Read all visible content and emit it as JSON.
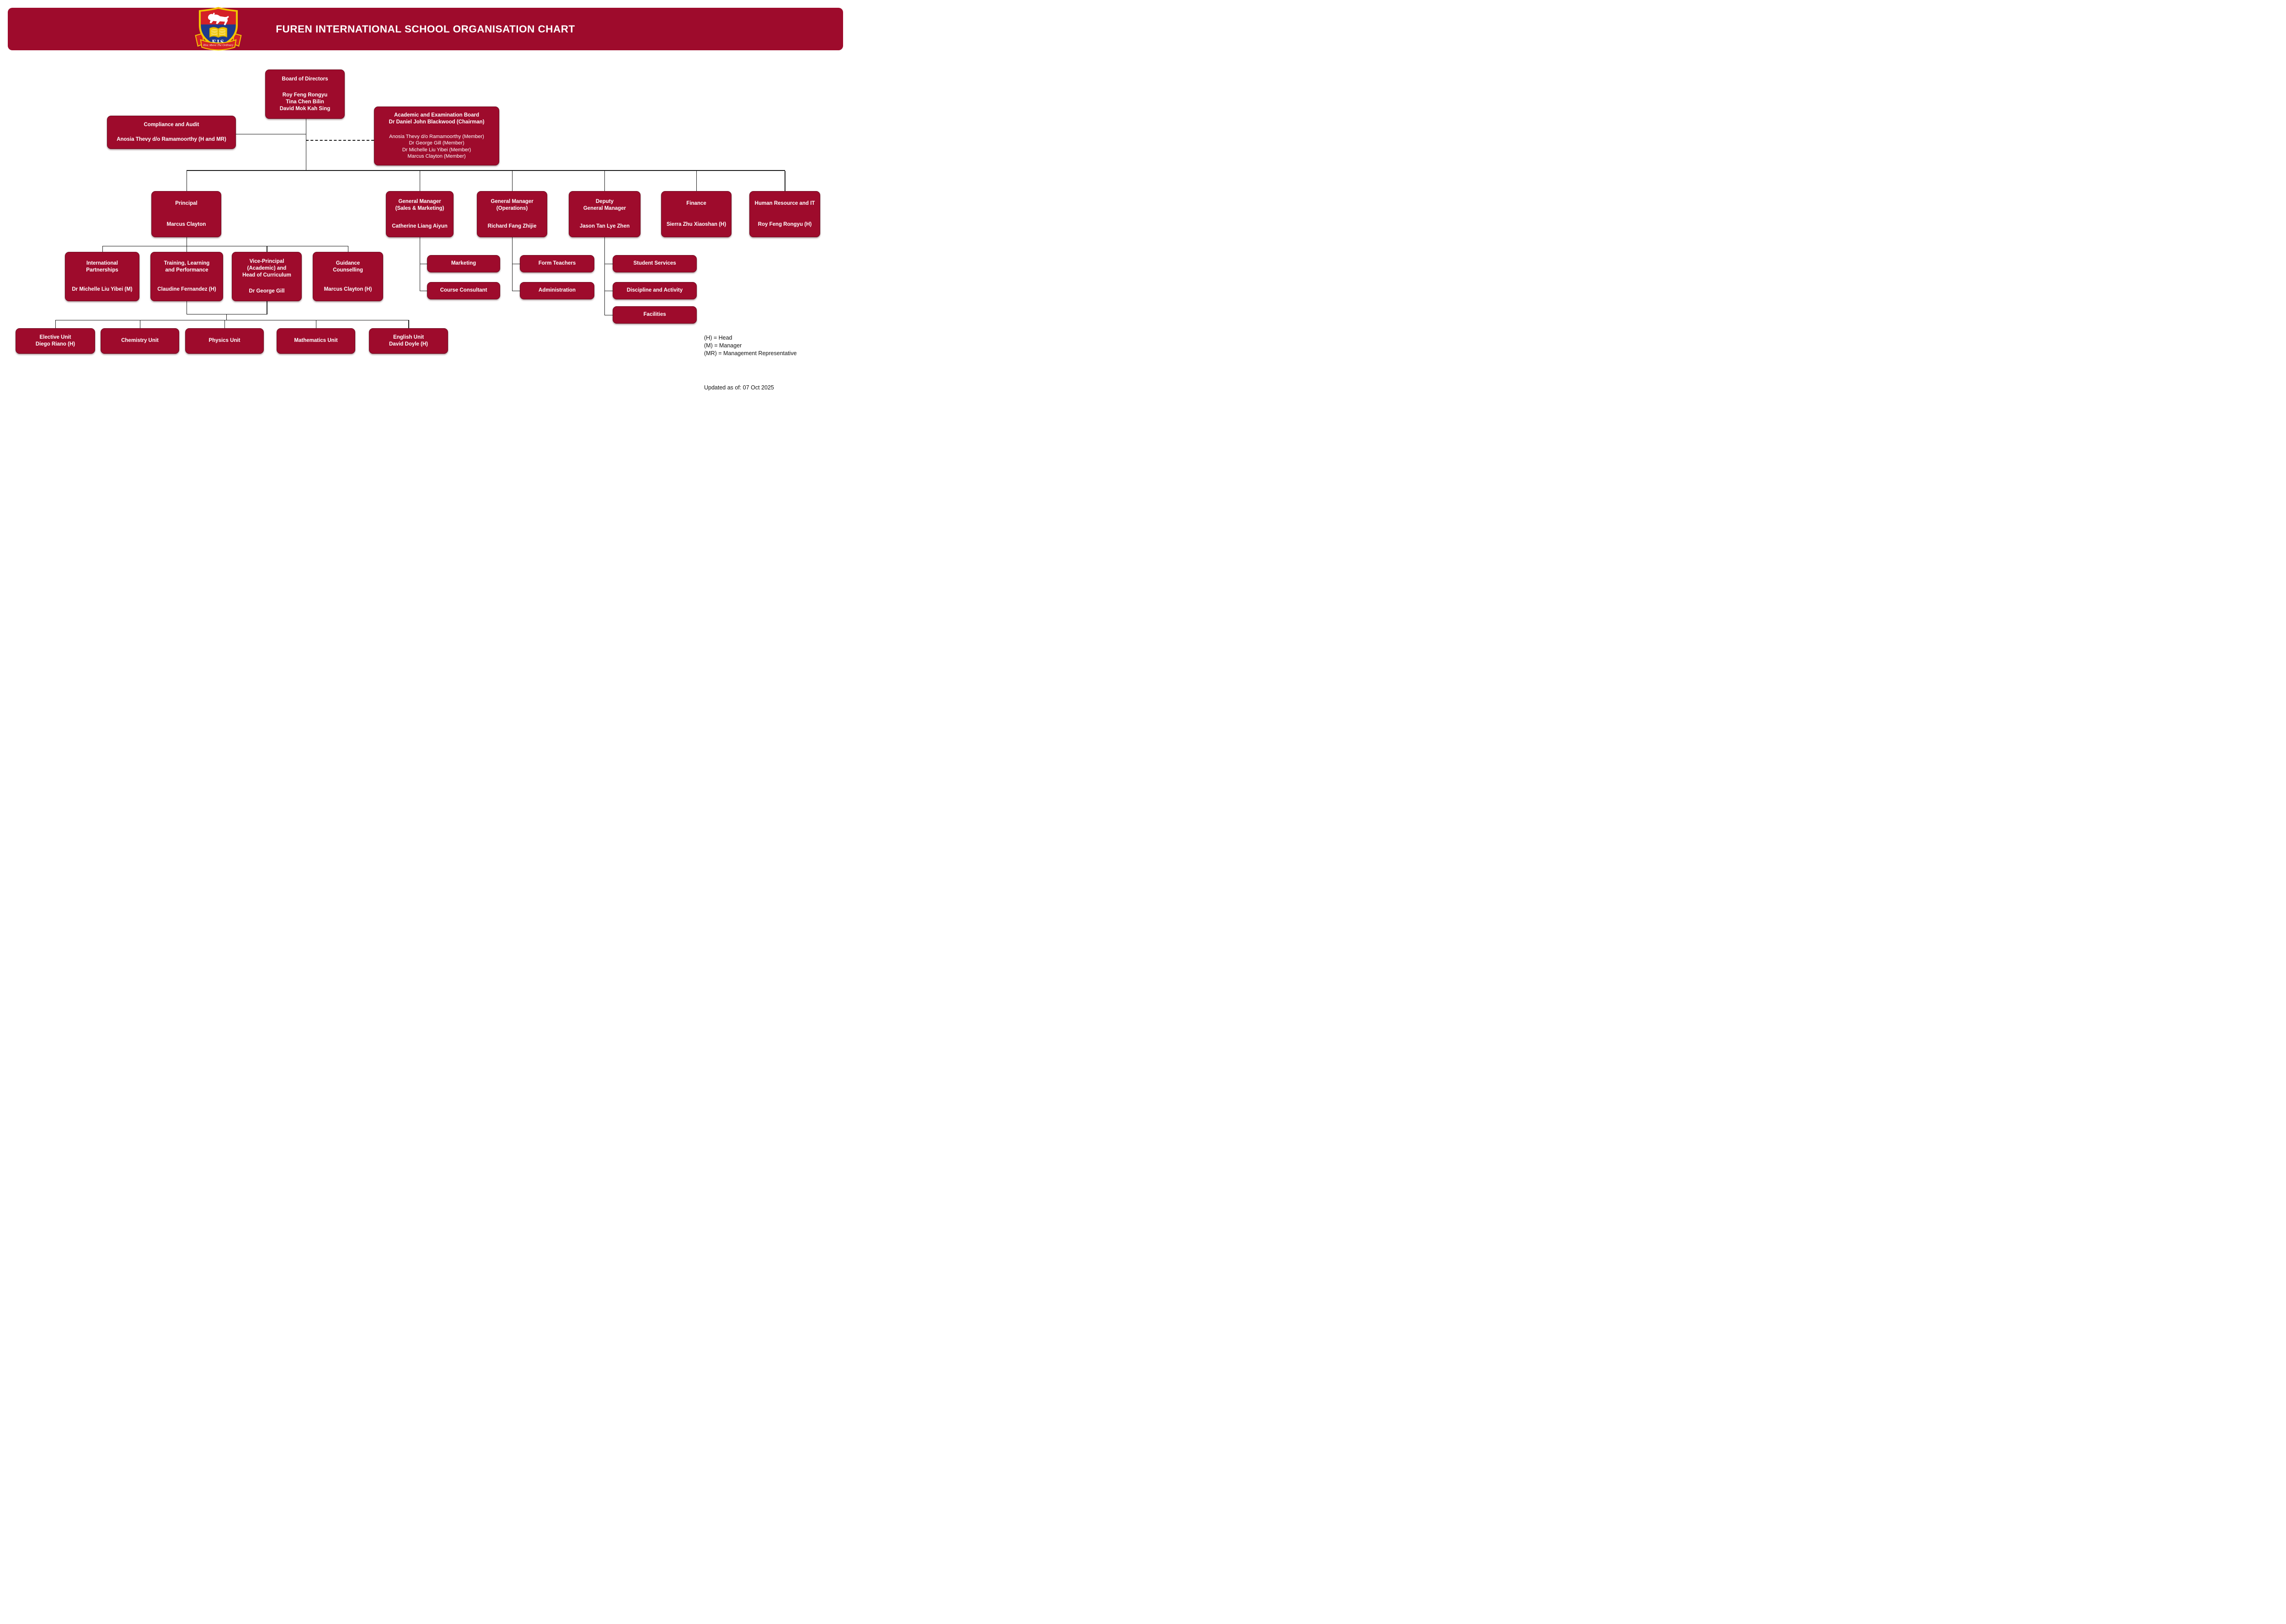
{
  "header": {
    "title": "FUREN INTERNATIONAL SCHOOL ORGANISATION CHART"
  },
  "logo": {
    "monogram": "FIS",
    "motto": "Rise Above The Ordinary"
  },
  "colors": {
    "brand": "#9E0B2C",
    "box": "#9E0B2C",
    "box_border": "#6B0A1E",
    "line": "#1a1a1a",
    "shield_red": "#D42127",
    "shield_blue": "#1E3A8C",
    "gold": "#F2C500",
    "text_dark": "#111111"
  },
  "nodes": [
    {
      "id": "board-of-directors",
      "lines1": [
        "Board of Directors"
      ],
      "lines2": [
        "Roy Feng Rongyu",
        "Tina Chen Bilin",
        "David Mok Kah Sing"
      ]
    },
    {
      "id": "compliance-and-audit",
      "lines1": [
        "Compliance and Audit"
      ],
      "lines2": [
        "Anosia Thevy d/o Ramamoorthy (H and MR)"
      ]
    },
    {
      "id": "academic-and-examination-board",
      "lines1": [
        "Academic and Examination Board",
        "Dr Daniel John Blackwood (Chairman)"
      ],
      "lines2": [
        "Anosia Thevy d/o Ramamoorthy (Member)",
        "Dr George Gill (Member)",
        "Dr Michelle Liu Yibei (Member)",
        "Marcus Clayton (Member)"
      ],
      "plain2": true
    },
    {
      "id": "principal",
      "lines1": [
        "Principal"
      ],
      "lines2": [
        "Marcus Clayton"
      ]
    },
    {
      "id": "gm-sales-marketing",
      "lines1": [
        "General Manager",
        "(Sales & Marketing)"
      ],
      "lines2": [
        "Catherine Liang Aiyun"
      ]
    },
    {
      "id": "gm-operations",
      "lines1": [
        "General Manager",
        "(Operations)"
      ],
      "lines2": [
        "Richard Fang Zhijie"
      ]
    },
    {
      "id": "deputy-general-manager",
      "lines1": [
        "Deputy",
        "General Manager"
      ],
      "lines2": [
        "Jason Tan Lye Zhen"
      ]
    },
    {
      "id": "finance",
      "lines1": [
        "Finance"
      ],
      "lines2": [
        "Sierra Zhu Xiaoshan (H)"
      ]
    },
    {
      "id": "human-resource-and-it",
      "lines1": [
        "Human Resource and IT"
      ],
      "lines2": [
        "Roy Feng Rongyu (H)"
      ]
    },
    {
      "id": "international-partnerships",
      "lines1": [
        "International",
        "Partnerships"
      ],
      "lines2": [
        "Dr Michelle Liu Yibei (M)"
      ]
    },
    {
      "id": "training-learning-performance",
      "lines1": [
        "Training, Learning",
        "and Performance"
      ],
      "lines2": [
        "Claudine Fernandez (H)"
      ]
    },
    {
      "id": "vice-principal",
      "lines1": [
        "Vice-Principal",
        "(Academic) and",
        "Head of Curriculum"
      ],
      "lines2": [
        "Dr George Gill"
      ]
    },
    {
      "id": "guidance-counselling",
      "lines1": [
        "Guidance",
        "Counselling"
      ],
      "lines2": [
        "Marcus Clayton (H)"
      ]
    },
    {
      "id": "marketing",
      "lines1": [
        "Marketing"
      ]
    },
    {
      "id": "course-consultant",
      "lines1": [
        "Course Consultant"
      ]
    },
    {
      "id": "form-teachers",
      "lines1": [
        "Form Teachers"
      ]
    },
    {
      "id": "administration",
      "lines1": [
        "Administration"
      ]
    },
    {
      "id": "student-services",
      "lines1": [
        "Student Services"
      ]
    },
    {
      "id": "discipline-and-activity",
      "lines1": [
        "Discipline and Activity"
      ]
    },
    {
      "id": "facilities",
      "lines1": [
        "Facilities"
      ]
    },
    {
      "id": "elective-unit",
      "lines1": [
        "Elective Unit",
        "Diego Riano (H)"
      ]
    },
    {
      "id": "chemistry-unit",
      "lines1": [
        "Chemistry Unit"
      ]
    },
    {
      "id": "physics-unit",
      "lines1": [
        "Physics Unit"
      ]
    },
    {
      "id": "mathematics-unit",
      "lines1": [
        "Mathematics Unit"
      ]
    },
    {
      "id": "english-unit",
      "lines1": [
        "English Unit",
        "David Doyle (H)"
      ]
    }
  ],
  "edges": [
    {
      "from": "board-of-directors",
      "to": "compliance-and-audit",
      "style": "solid"
    },
    {
      "from": "board-of-directors",
      "to": "academic-and-examination-board",
      "style": "dashed"
    },
    {
      "from": "board-of-directors",
      "to": "principal",
      "style": "solid"
    },
    {
      "from": "board-of-directors",
      "to": "gm-sales-marketing",
      "style": "solid"
    },
    {
      "from": "board-of-directors",
      "to": "gm-operations",
      "style": "solid"
    },
    {
      "from": "board-of-directors",
      "to": "deputy-general-manager",
      "style": "solid"
    },
    {
      "from": "board-of-directors",
      "to": "finance",
      "style": "solid"
    },
    {
      "from": "board-of-directors",
      "to": "human-resource-and-it",
      "style": "solid"
    },
    {
      "from": "principal",
      "to": "international-partnerships",
      "style": "solid"
    },
    {
      "from": "principal",
      "to": "training-learning-performance",
      "style": "solid"
    },
    {
      "from": "principal",
      "to": "vice-principal",
      "style": "solid"
    },
    {
      "from": "principal",
      "to": "guidance-counselling",
      "style": "solid"
    },
    {
      "from": "training-learning-performance",
      "to": "elective-unit",
      "style": "solid"
    },
    {
      "from": "training-learning-performance",
      "to": "chemistry-unit",
      "style": "solid"
    },
    {
      "from": "training-learning-performance",
      "to": "physics-unit",
      "style": "solid"
    },
    {
      "from": "training-learning-performance",
      "to": "mathematics-unit",
      "style": "solid"
    },
    {
      "from": "training-learning-performance",
      "to": "english-unit",
      "style": "solid"
    },
    {
      "from": "vice-principal",
      "to": "elective-unit",
      "style": "solid"
    },
    {
      "from": "vice-principal",
      "to": "chemistry-unit",
      "style": "solid"
    },
    {
      "from": "vice-principal",
      "to": "physics-unit",
      "style": "solid"
    },
    {
      "from": "vice-principal",
      "to": "mathematics-unit",
      "style": "solid"
    },
    {
      "from": "vice-principal",
      "to": "english-unit",
      "style": "solid"
    },
    {
      "from": "gm-sales-marketing",
      "to": "marketing",
      "style": "solid"
    },
    {
      "from": "gm-sales-marketing",
      "to": "course-consultant",
      "style": "solid"
    },
    {
      "from": "gm-operations",
      "to": "form-teachers",
      "style": "solid"
    },
    {
      "from": "gm-operations",
      "to": "administration",
      "style": "solid"
    },
    {
      "from": "deputy-general-manager",
      "to": "student-services",
      "style": "solid"
    },
    {
      "from": "deputy-general-manager",
      "to": "discipline-and-activity",
      "style": "solid"
    },
    {
      "from": "deputy-general-manager",
      "to": "facilities",
      "style": "solid"
    }
  ],
  "legend": {
    "items": [
      "(H) = Head",
      "(M) = Manager",
      "(MR) = Management Representative"
    ]
  },
  "footer": {
    "updated": "Updated as of: 07 Oct 2025"
  }
}
